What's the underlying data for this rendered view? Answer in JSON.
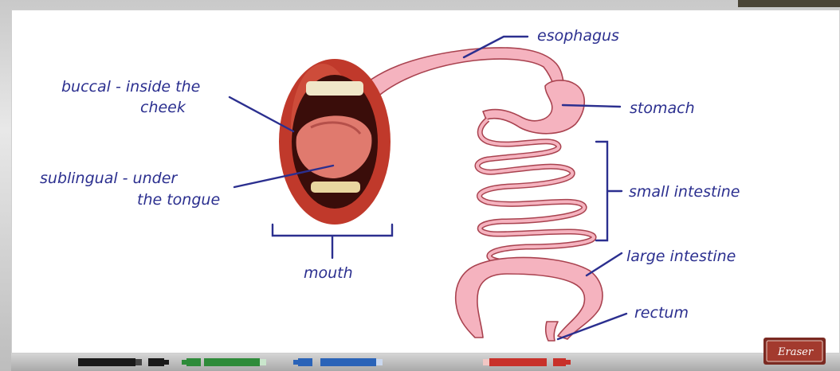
{
  "diagram": {
    "labels": {
      "buccal_line1": "buccal - inside the",
      "buccal_line2": "cheek",
      "sublingual_line1": "sublingual - under",
      "sublingual_line2": "the tongue",
      "mouth": "mouth",
      "esophagus": "esophagus",
      "stomach": "stomach",
      "small_intestine": "small intestine",
      "large_intestine": "large intestine",
      "rectum": "rectum"
    },
    "colors": {
      "ink": "#2b2f8f",
      "organ_fill": "#f5b3bf",
      "organ_stroke": "#a9424f",
      "lips": "#c0392b"
    }
  },
  "tray": {
    "markers": [
      {
        "color": "#1a1a1a",
        "name": "black-marker"
      },
      {
        "color": "#2e8b3a",
        "name": "green-marker"
      },
      {
        "color": "#2a63b8",
        "name": "blue-marker"
      },
      {
        "color": "#c8312a",
        "name": "red-marker"
      }
    ],
    "eraser_label": "Eraser"
  }
}
